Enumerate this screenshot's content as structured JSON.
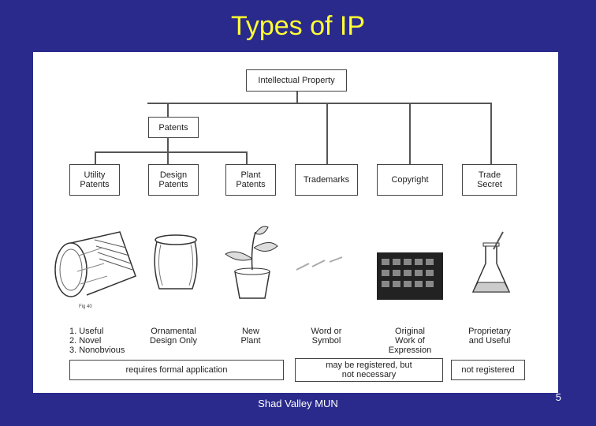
{
  "slide": {
    "title": "Types of IP",
    "footer": "Shad Valley MUN",
    "page_number": "5"
  },
  "diagram": {
    "root": "Intellectual Property",
    "patents": "Patents",
    "categories": [
      {
        "label": "Utility\nPatents",
        "description": "1. Useful\n2. Novel\n3. Nonobvious"
      },
      {
        "label": "Design\nPatents",
        "description": "Ornamental\nDesign Only"
      },
      {
        "label": "Plant\nPatents",
        "description": "New\nPlant"
      },
      {
        "label": "Trademarks",
        "description": "Word or\nSymbol"
      },
      {
        "label": "Copyright",
        "description": "Original\nWork of\nExpression"
      },
      {
        "label": "Trade\nSecret",
        "description": "Proprietary\nand Useful"
      }
    ],
    "groups": {
      "formal": "requires formal application",
      "registered": "may be registered, but\nnot necessary",
      "not_registered": "not registered"
    },
    "figure_caption": "Fig 40"
  }
}
